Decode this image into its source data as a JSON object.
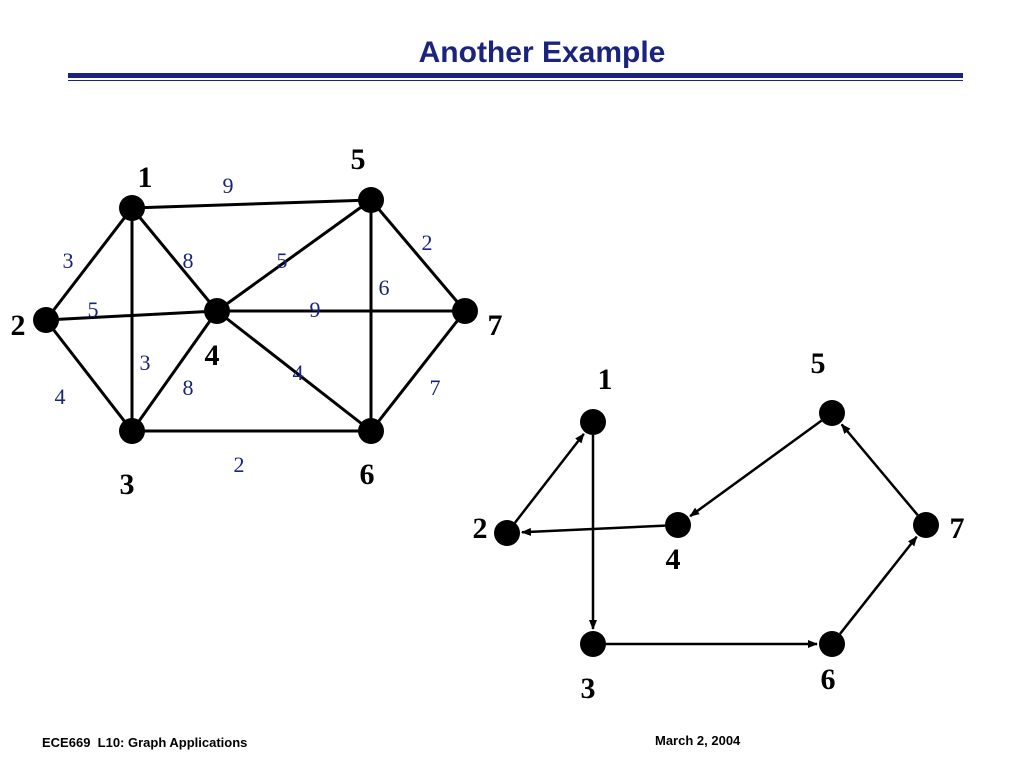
{
  "slide": {
    "title": "Another Example",
    "footer_left": "ECE669  L10: Graph Applications",
    "footer_right": "March 2, 2004",
    "accent_color": "#1a237e"
  },
  "weighted_graph": {
    "nodes": [
      "1",
      "2",
      "3",
      "4",
      "5",
      "6",
      "7"
    ],
    "edges": [
      {
        "from": "1",
        "to": "5",
        "weight": "9"
      },
      {
        "from": "1",
        "to": "2",
        "weight": "3"
      },
      {
        "from": "1",
        "to": "4",
        "weight": "8"
      },
      {
        "from": "1",
        "to": "3",
        "weight": "3"
      },
      {
        "from": "2",
        "to": "4",
        "weight": "5"
      },
      {
        "from": "2",
        "to": "3",
        "weight": "4"
      },
      {
        "from": "4",
        "to": "5",
        "weight": "5"
      },
      {
        "from": "4",
        "to": "7",
        "weight": "9"
      },
      {
        "from": "4",
        "to": "6",
        "weight": "4"
      },
      {
        "from": "4",
        "to": "3",
        "weight": "8"
      },
      {
        "from": "5",
        "to": "7",
        "weight": "2"
      },
      {
        "from": "5",
        "to": "6",
        "weight": "6"
      },
      {
        "from": "3",
        "to": "6",
        "weight": "2"
      },
      {
        "from": "6",
        "to": "7",
        "weight": "7"
      }
    ]
  },
  "directed_tree": {
    "nodes": [
      "1",
      "2",
      "3",
      "4",
      "5",
      "6",
      "7"
    ],
    "edges": [
      {
        "from": "2",
        "to": "1"
      },
      {
        "from": "1",
        "to": "3"
      },
      {
        "from": "4",
        "to": "2"
      },
      {
        "from": "5",
        "to": "4"
      },
      {
        "from": "7",
        "to": "5"
      },
      {
        "from": "6",
        "to": "7"
      },
      {
        "from": "3",
        "to": "6"
      }
    ]
  }
}
